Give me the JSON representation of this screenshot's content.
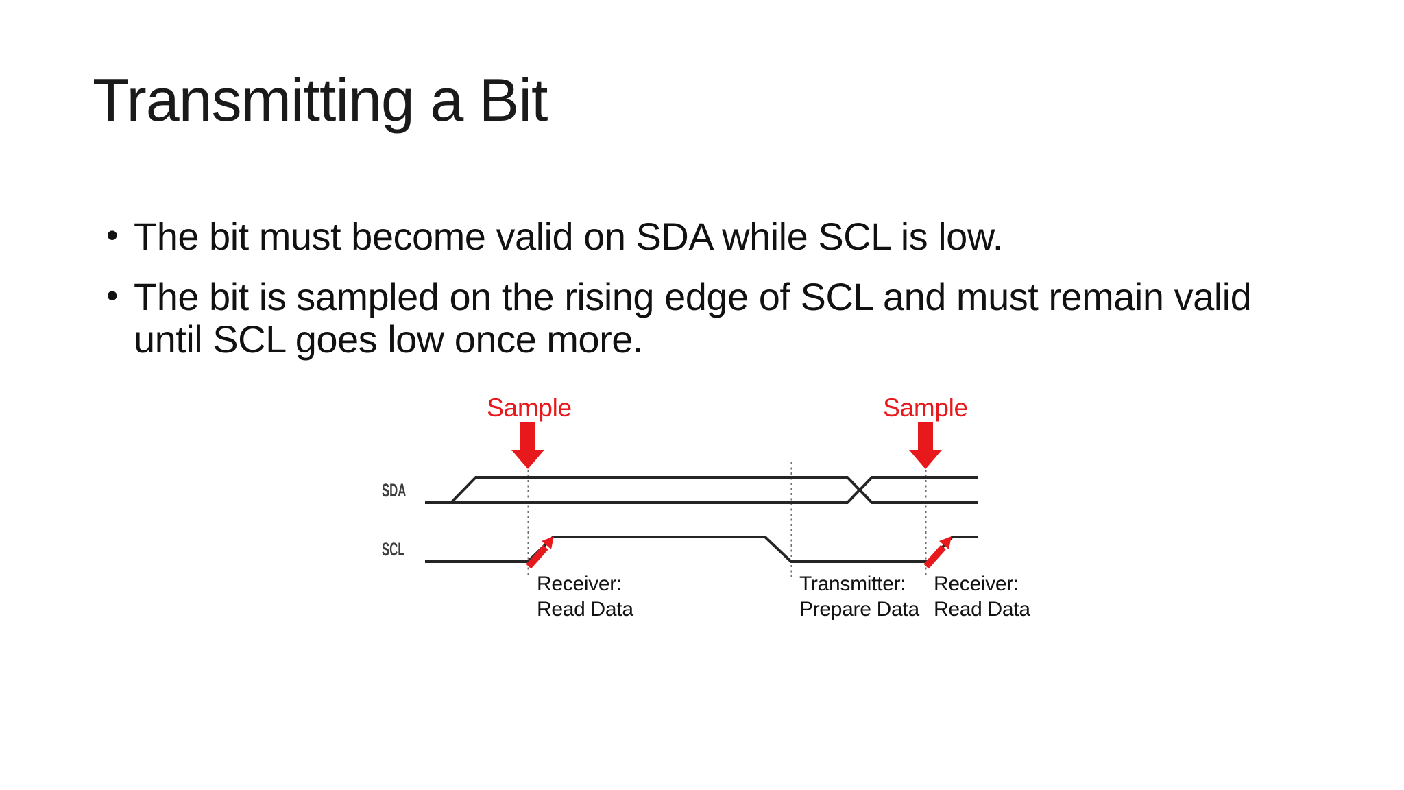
{
  "slide": {
    "title": "Transmitting a Bit",
    "bullets": [
      "The bit must become valid on SDA while SCL is low.",
      "The bit is sampled on the rising edge of SCL and must remain valid\nuntil SCL goes low once more."
    ]
  },
  "diagram": {
    "signal_labels": {
      "sda": "SDA",
      "scl": "SCL"
    },
    "sample_labels": [
      "Sample",
      "Sample"
    ],
    "annotations": [
      {
        "line1": "Receiver:",
        "line2": "Read Data"
      },
      {
        "line1": "Transmitter:",
        "line2": "Prepare Data"
      },
      {
        "line1": "Receiver:",
        "line2": "Read Data"
      }
    ],
    "colors": {
      "accent_red": "#e8191c",
      "waveform_line": "#252525",
      "dashed_guide": "#6e6e6e"
    }
  }
}
